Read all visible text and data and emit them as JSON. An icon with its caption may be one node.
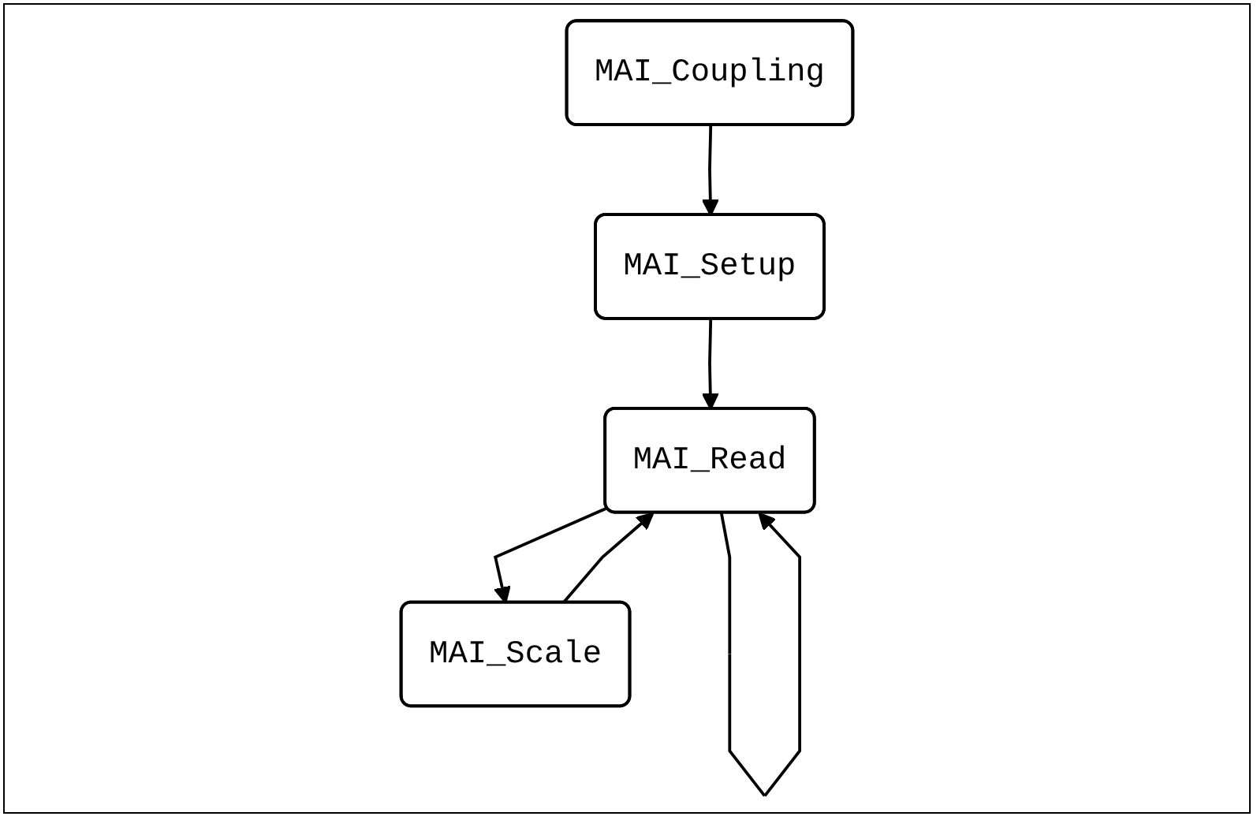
{
  "diagram": {
    "nodes": [
      {
        "text": [
          "MAI_Coupling"
        ]
      },
      {
        "text": [
          "MAI_Setup"
        ]
      },
      {
        "text": [
          "MAI_Read"
        ]
      },
      {
        "text": [
          "MAI_Scale"
        ]
      }
    ],
    "edges": [
      {
        "from": 0,
        "to": 1,
        "arrow": "to"
      },
      {
        "from": 1,
        "to": 2,
        "arrow": "to"
      },
      {
        "from": 2,
        "to": 3,
        "arrow": "to"
      },
      {
        "from": 2,
        "to": 2,
        "arrow": "to"
      },
      {
        "from": 3,
        "to": 2,
        "arrow": "to"
      }
    ]
  }
}
